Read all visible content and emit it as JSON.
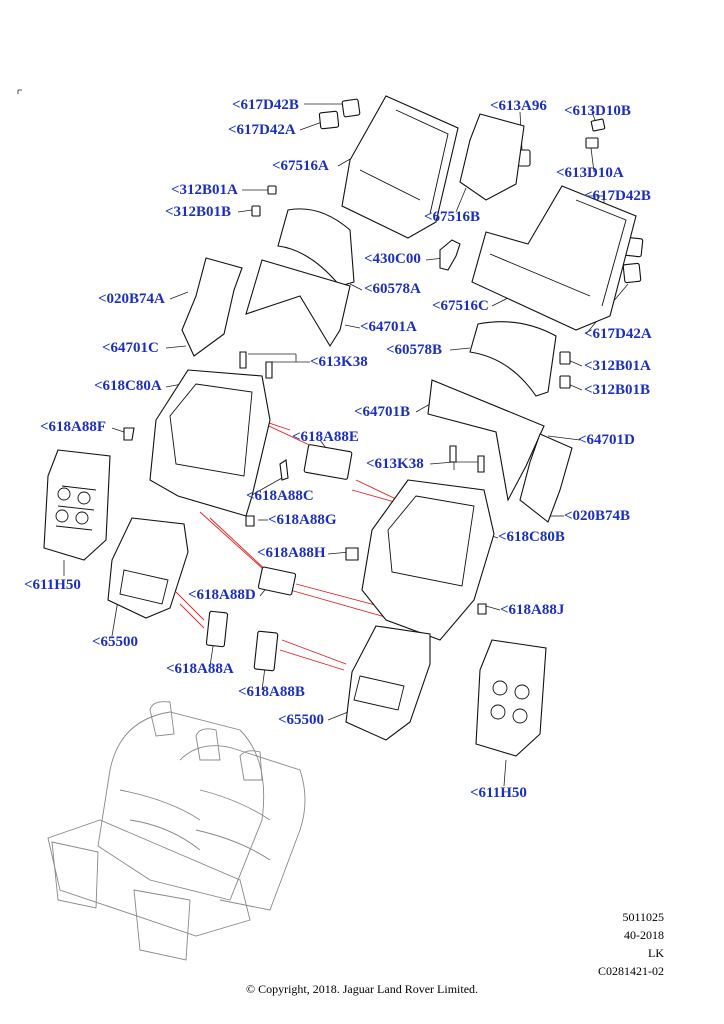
{
  "labels": [
    "<617D42B",
    "<617D42A",
    "<67516A",
    "<312B01A",
    "<312B01B",
    "<020B74A",
    "<64701C",
    "<618C80A",
    "<618A88F",
    "<611H50",
    "<65500",
    "<618A88A",
    "<618A88B",
    "<618A88D",
    "<618A88H",
    "<618A88G",
    "<618A88C",
    "<618A88E",
    "<613K38",
    "<64701A",
    "<60578A",
    "<430C00",
    "<67516B",
    "<613A96",
    "<613D10B",
    "<613D10A",
    "<617D42B",
    "<67516C",
    "<617D42A",
    "<60578B",
    "<312B01A",
    "<312B01B",
    "<64701B",
    "<64701D",
    "<613K38",
    "<020B74B",
    "<618C80B",
    "<618A88J",
    "<65500",
    "<611H50"
  ],
  "meta": {
    "ref_number": "5011025",
    "date_code": "40-2018",
    "region": "LK",
    "catalog_code": "C0281421-02"
  },
  "copyright": "© Copyright, 2018. Jaguar Land Rover Limited."
}
